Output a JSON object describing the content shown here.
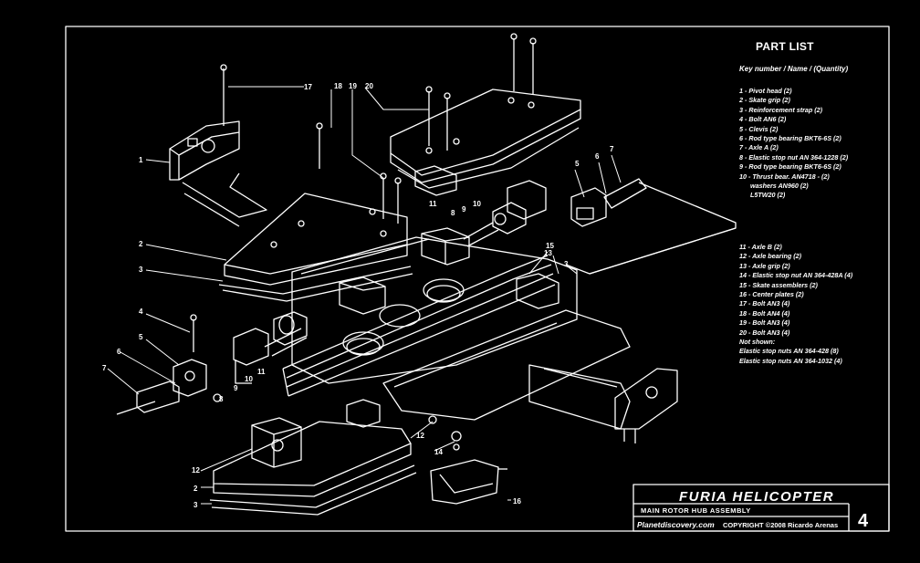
{
  "part_list": {
    "title": "PART LIST",
    "subtitle": "Key number / Name / (Quantity)",
    "items_a": [
      "1 - Pivot head (2)",
      "2 - Skate grip (2)",
      "3 - Reinforcement strap (2)",
      "4 - Bolt AN6 (2)",
      "5 - Clevis (2)",
      "6 - Rod type bearing BKT6-6S (2)",
      "7 - Axle A (2)",
      "8 - Elastic stop nut AN 364-1228 (2)",
      "9 - Rod type bearing BKT6-6S (2)",
      "10 - Thrust bear. AN4718 - (2)",
      "      washers AN960 (2)",
      "      L5TW20 (2)"
    ],
    "items_b": [
      "11 - Axle B (2)",
      "12 - Axle bearing (2)",
      "13 - Axle grip (2)",
      "14 - Elastic stop nut AN 364-428A (4)",
      "15 - Skate assemblers (2)",
      "16 - Center plates (2)",
      "17 - Bolt AN3 (4)",
      "18 - Bolt AN4 (4)",
      "19 - Bolt AN3 (4)",
      "20 - Bolt AN3 (4)",
      "Not shown:",
      "Elastic stop nuts AN 364-428 (8)",
      "Elastic stop nuts AN 364-1032 (4)"
    ]
  },
  "title_block": {
    "title": "FURIA HELICOPTER",
    "subtitle": "MAIN ROTOR HUB ASSEMBLY",
    "website": "Planetdiscovery.com",
    "copyright": "COPYRIGHT ©2008 Ricardo Arenas",
    "sheet_number": "4"
  },
  "callouts": {
    "c1": "1",
    "c2": "2",
    "c3": "3",
    "c4": "4",
    "c5": "5",
    "c6": "6",
    "c7": "7",
    "c8": "8",
    "c9": "9",
    "c10": "10",
    "c11": "11",
    "c12": "12",
    "c13": "13",
    "c14": "14",
    "c15": "15",
    "c16": "16",
    "c17": "17",
    "c18": "18",
    "c19": "19",
    "c20": "20"
  }
}
